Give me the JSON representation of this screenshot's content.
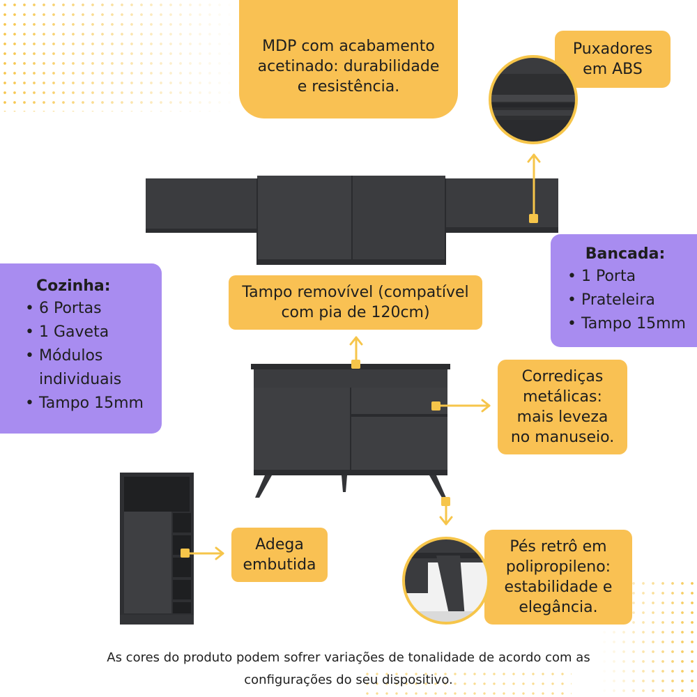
{
  "material_callout": {
    "text_lines": [
      "MDP com acabamento",
      "acetinado: durabilidade",
      "e resistência."
    ]
  },
  "handles_callout": {
    "text_lines": [
      "Puxadores",
      "em ABS"
    ]
  },
  "bancada_callout": {
    "title": "Bancada:",
    "items": [
      "1 Porta",
      "Prateleira",
      "Tampo 15mm"
    ]
  },
  "cozinha_callout": {
    "title": "Cozinha:",
    "items": [
      "6 Portas",
      "1 Gaveta",
      "Módulos individuais",
      "Tampo 15mm"
    ]
  },
  "countertop_callout": {
    "text_lines": [
      "Tampo removível (compatível",
      "com pia de 120cm)"
    ]
  },
  "slides_callout": {
    "text_lines": [
      "Corrediças",
      "metálicas:",
      "mais leveza",
      "no manuseio."
    ]
  },
  "wine_callout": {
    "text_lines": [
      "Adega",
      "embutida"
    ]
  },
  "feet_callout": {
    "text_lines": [
      "Pés retrô em",
      "polipropileno:",
      "estabilidade e",
      "elegância."
    ]
  },
  "disclaimer": {
    "line1": "As cores do produto podem sofrer variações de tonalidade de acordo com as",
    "line2": "configurações do seu dispositivo."
  },
  "colors": {
    "callout_yellow": "#f9c153",
    "callout_purple": "#a88cf0",
    "furniture_dark": "#3b3c3f",
    "marker_yellow": "#f6c54a"
  }
}
